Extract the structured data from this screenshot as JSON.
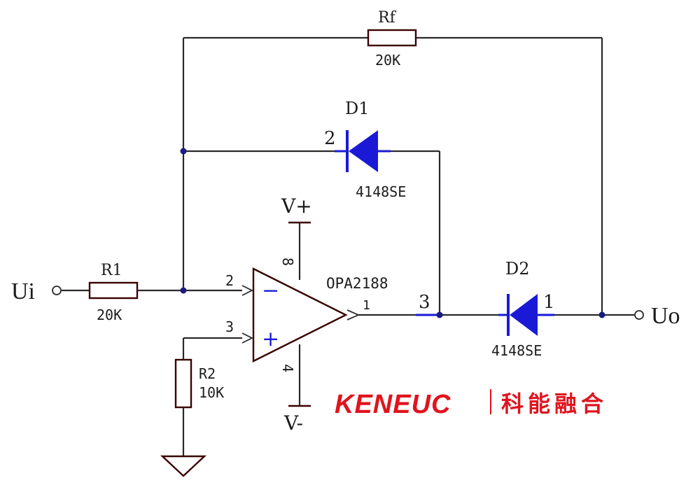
{
  "input_label": "Ui",
  "output_label": "Uo",
  "resistors": {
    "r1": {
      "name": "R1",
      "value": "20K"
    },
    "r2": {
      "name": "R2",
      "value": "10K"
    },
    "rf": {
      "name": "Rf",
      "value": "20K"
    }
  },
  "diodes": {
    "d1": {
      "name": "D1",
      "part": "4148SE",
      "pin_left": "2"
    },
    "d2": {
      "name": "D2",
      "part": "4148SE",
      "pin_right": "1"
    }
  },
  "opamp": {
    "part": "OPA2188",
    "pin_inv": "2",
    "pin_noninv": "3",
    "pin_out": "1",
    "pin_vplus": "8",
    "pin_vminus": "4",
    "inv_sign": "−",
    "noninv_sign": "+"
  },
  "node_label": "3",
  "supply": {
    "positive": "V+",
    "negative": "V-"
  },
  "logo": {
    "brand": "KENEUC",
    "chinese": "科能融合",
    "color": "#e0141e"
  },
  "colors": {
    "diode": "#1a1ad6",
    "wire": "#2a2a2a",
    "component": "#3a0000"
  }
}
